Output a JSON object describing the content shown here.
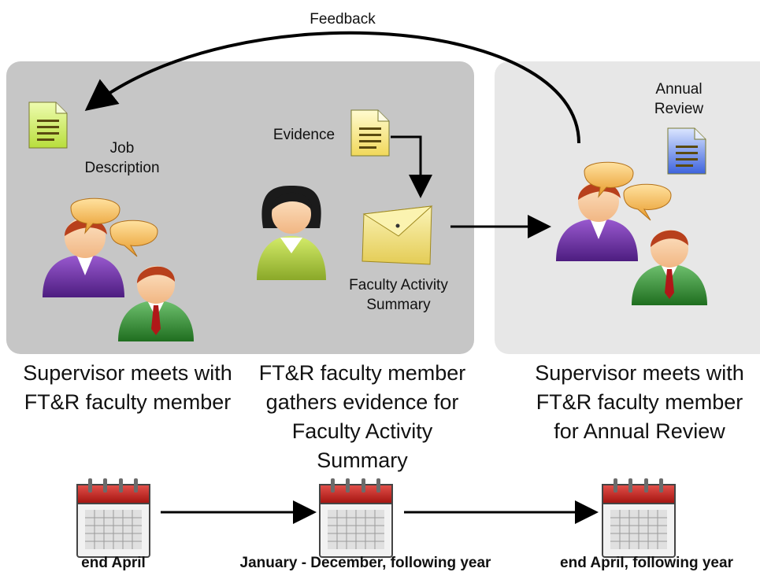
{
  "feedback_label": "Feedback",
  "job_description_label": "Job Description",
  "evidence_label": "Evidence",
  "faculty_activity_summary_label": "Faculty Activity Summary",
  "annual_review_label": "Annual Review",
  "stages": [
    {
      "caption": "Supervisor meets with FT&R faculty member",
      "date": "end April"
    },
    {
      "caption": "FT&R faculty member gathers evidence for Faculty Activity Summary",
      "date": "January - December, following year"
    },
    {
      "caption": "Supervisor meets with FT&R faculty member for Annual Review",
      "date": "end April, following year"
    }
  ],
  "colors": {
    "panel_left": "#c6c6c6",
    "panel_right": "#e7e7e7",
    "doc_green": "#d6f07a",
    "doc_yellow": "#f7ea8a",
    "doc_blue": "#4b72e8",
    "envelope": "#f2e27a",
    "calendar_red": "#c8201e",
    "person_purple": "#6a2fa0",
    "person_green": "#2f8a2f",
    "person_lime": "#a7c63a",
    "speech_bubble": "#f3b24b"
  }
}
